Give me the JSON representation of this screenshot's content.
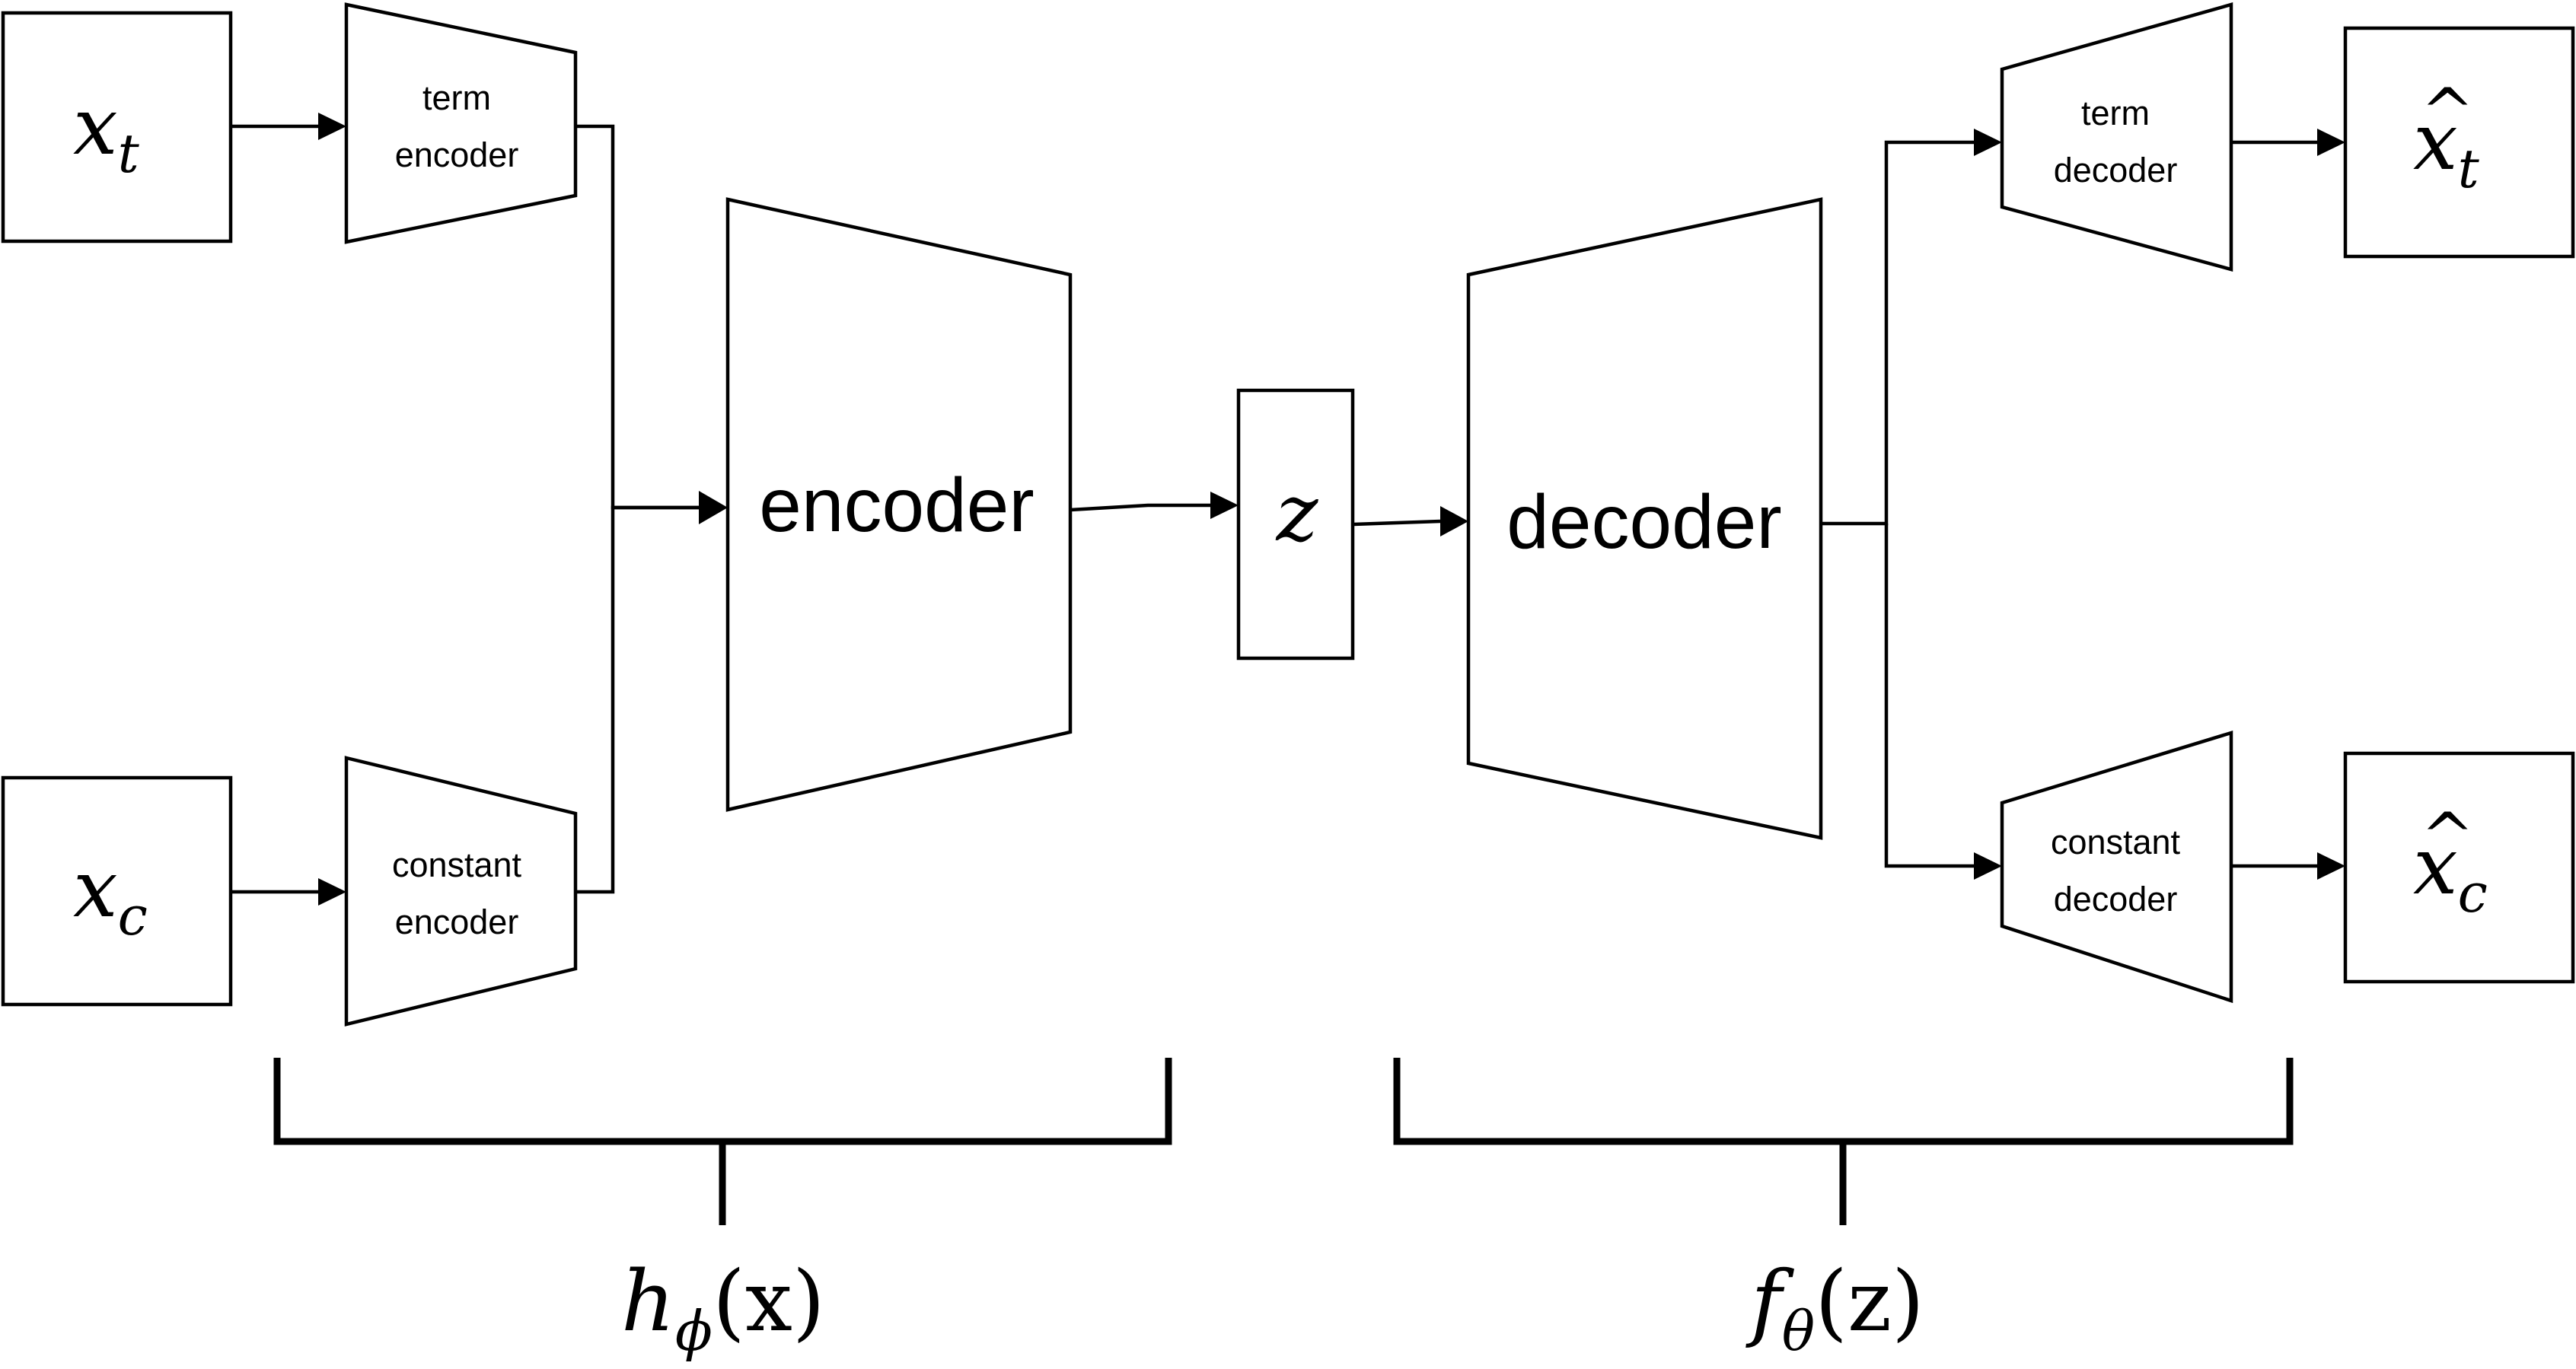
{
  "inputs": {
    "term": {
      "base": "x",
      "sub": "t"
    },
    "constant": {
      "base": "x",
      "sub": "c"
    }
  },
  "outputs": {
    "term": {
      "hat": "^",
      "base": "x",
      "sub": "t"
    },
    "constant": {
      "hat": "^",
      "base": "x",
      "sub": "c"
    }
  },
  "encoders": {
    "term": {
      "line1": "term",
      "line2": "encoder"
    },
    "constant": {
      "line1": "constant",
      "line2": "encoder"
    },
    "main": "encoder"
  },
  "decoders": {
    "term": {
      "line1": "term",
      "line2": "decoder"
    },
    "constant": {
      "line1": "constant",
      "line2": "decoder"
    },
    "main": "decoder"
  },
  "latent": {
    "label": "z"
  },
  "groups": {
    "encoder": {
      "func": "h",
      "sub": "ϕ",
      "arg": "(x)"
    },
    "decoder": {
      "func": "f",
      "sub": "θ",
      "arg": "(z)"
    }
  }
}
